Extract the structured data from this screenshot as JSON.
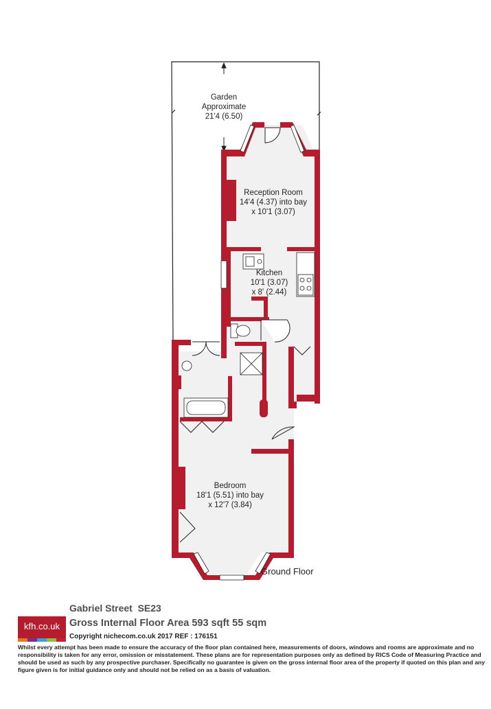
{
  "rooms": {
    "garden": {
      "name": "Garden",
      "line2": "Approximate",
      "dims": "21'4 (6.50)"
    },
    "reception": {
      "name": "Reception Room",
      "dims": "14'4 (4.37) into bay",
      "dims2": "x 10'1 (3.07)"
    },
    "kitchen": {
      "name": "Kitchen",
      "dims": "10'1 (3.07)",
      "dims2": "x 8' (2.44)"
    },
    "bedroom": {
      "name": "Bedroom",
      "dims": "18'1 (5.51) into bay",
      "dims2": "x 12'7 (3.84)"
    }
  },
  "floor_label": "Ground Floor",
  "footer": {
    "logo_text": "kfh.co.uk",
    "logo_colors": [
      "#e87722",
      "#7a2f8a",
      "#3aa0d8",
      "#8bbf3c",
      "#c41e3a"
    ],
    "address": "Gabriel Street  SE23",
    "area": "Gross Internal Floor Area 593 sqft 55 sqm",
    "copyright": "Copyright nichecom.co.uk 2017 REF : 176151",
    "disclaimer": "Whilst every attempt has been made to ensure the accuracy of the floor plan contained here, measurements of doors, windows and rooms are approximate and no responsibility is taken for any error, omission or misstatement.  These plans are for representation purposes only as defined by RICS Code of Measuring Practice and should be used as such by any prospective purchaser.  Specifically no guarantee is given on the gross internal floor area of the property if quoted on this plan and any figure given is for initial guidance only and should not be relied on as a basis of valuation."
  },
  "colors": {
    "wall": "#b51c2e",
    "floor": "#f1f1f1",
    "line": "#231f20"
  }
}
